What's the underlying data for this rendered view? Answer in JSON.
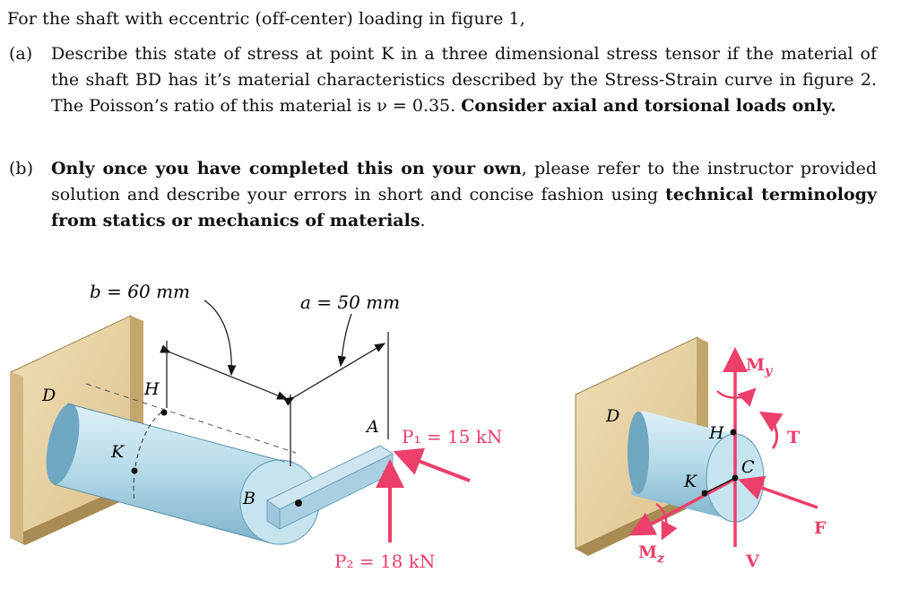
{
  "problem": {
    "intro": "For the shaft with eccentric (off-center) loading in figure 1,",
    "part_a": {
      "tag": "(a)",
      "text": "Describe this state of stress at point K in a three dimensional stress tensor if the material of the shaft BD has it’s material characteristics described by the Stress-Strain curve in figure 2. The Poisson’s ratio of this material is ν = 0.35.",
      "bold": "Consider axial and torsional loads only."
    },
    "part_b": {
      "tag": "(b)",
      "bold_1": "Only once you have completed this on your own",
      "text": ", please refer to the instructor provided solution and describe your errors in short and concise fashion using",
      "bold_2": "technical terminology from statics or mechanics of materials",
      "end": "."
    }
  },
  "figure_left": {
    "dim_b": "b = 60 mm",
    "dim_a": "a = 50 mm",
    "label_D": "D",
    "label_H": "H",
    "label_K": "K",
    "label_B": "B",
    "label_A": "A",
    "load_P1": "P₁ = 15 kN",
    "load_P2": "P₂ = 18 kN"
  },
  "figure_right": {
    "label_D": "D",
    "label_H": "H",
    "label_K": "K",
    "label_C": "C",
    "label_My": "M",
    "label_My_sub": "y",
    "label_T": "T",
    "label_F": "F",
    "label_Mz": "M",
    "label_Mz_sub": "z",
    "label_V": "V"
  },
  "colors": {
    "wall_face": "#e7d3a6",
    "wall_side": "#c2a66b",
    "shaft": "#b8dcea",
    "shaft_dark": "#7fb4cc",
    "load_arrow": "#ec3f6a"
  }
}
